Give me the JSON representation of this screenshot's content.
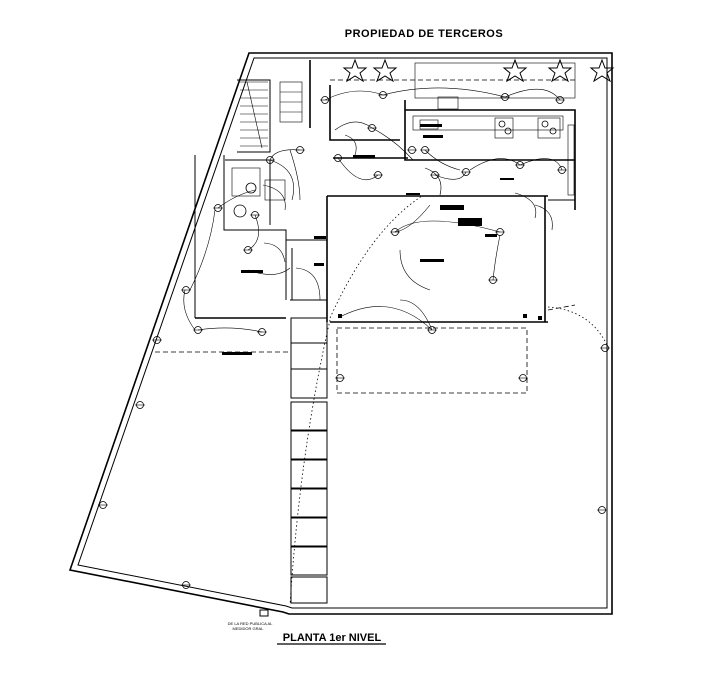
{
  "header": {
    "neighbor_label": "PROPIEDAD DE TERCEROS"
  },
  "footer": {
    "plan_title": "PLANTA 1er NIVEL",
    "note_line1": "DE LA RED PUBLICA AL",
    "note_line2": "MEDIDOR GRAL"
  },
  "elements": {
    "trees": "star-tree-icon",
    "lights": "ceiling-light-icon"
  }
}
